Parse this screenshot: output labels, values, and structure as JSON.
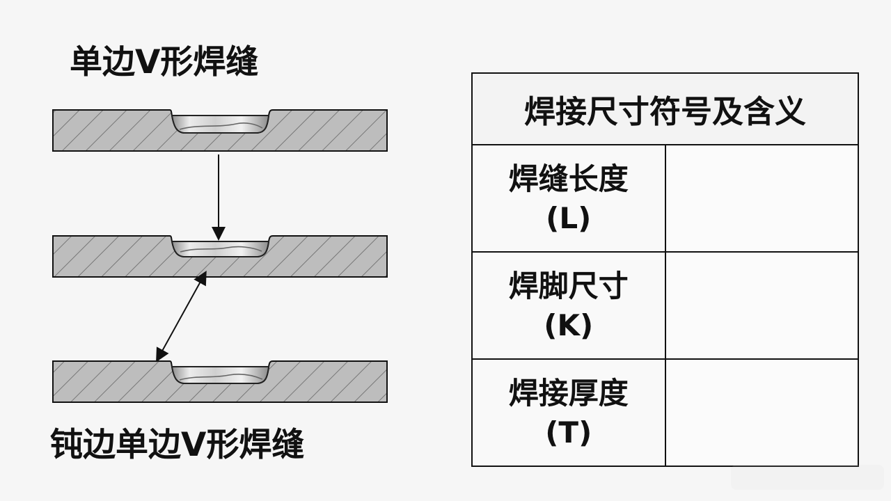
{
  "diagram": {
    "single_v_label": "单边V形焊缝",
    "blunt_single_v_label": "钝边单边V形焊缝"
  },
  "table": {
    "header": "焊接尺寸符号及含义",
    "rows": [
      {
        "term": "焊缝长度",
        "symbol": "(L)",
        "meaning": ""
      },
      {
        "term": "焊脚尺寸",
        "symbol": "(K)",
        "meaning": ""
      },
      {
        "term": "焊接厚度",
        "symbol": "(T)",
        "meaning": ""
      }
    ]
  },
  "colors": {
    "background": "#f6f6f6",
    "plate_fill": "#bdbdbd",
    "groove_fill": "#d9d9d9",
    "line": "#111111"
  }
}
